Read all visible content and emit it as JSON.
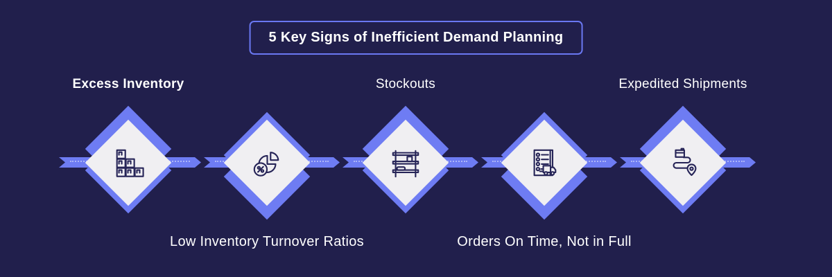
{
  "title": "5 Key Signs of Inefficient Demand Planning",
  "steps": [
    {
      "label": "Excess Inventory",
      "position": "top",
      "icon": "stacked-boxes-icon"
    },
    {
      "label": "Low Inventory Turnover Ratios",
      "position": "bottom",
      "icon": "pie-chart-percent-icon"
    },
    {
      "label": "Stockouts",
      "position": "top",
      "icon": "empty-shelf-icon"
    },
    {
      "label": "Orders On Time, Not in Full",
      "position": "bottom",
      "icon": "order-checklist-truck-icon"
    },
    {
      "label": "Expedited Shipments",
      "position": "top",
      "icon": "shipment-route-pin-icon"
    }
  ],
  "timeline": {
    "segment_count": 5,
    "style": "blue ribbon with white dotted center line, chevron breaks between steps, arrow point at right end"
  },
  "colors": {
    "background": "#211f4c",
    "accent": "#6e7cf3",
    "diamond_fill": "#f0eff2",
    "icon_stroke": "#262457",
    "text": "#ffffff"
  }
}
